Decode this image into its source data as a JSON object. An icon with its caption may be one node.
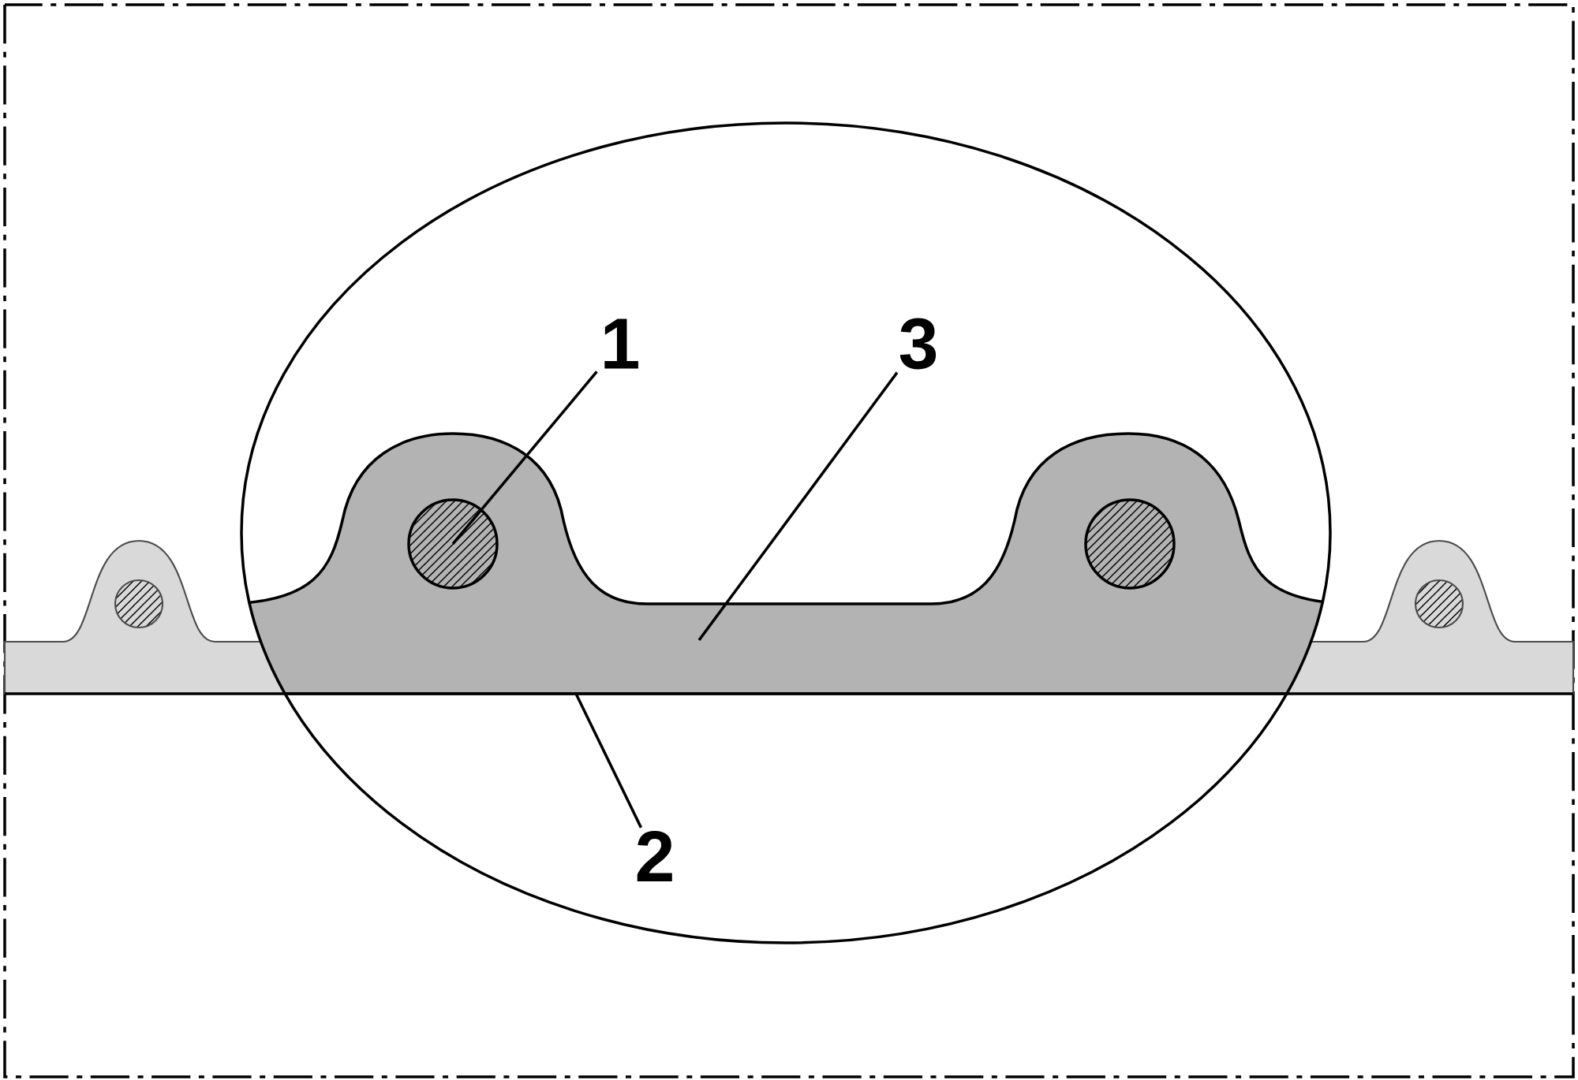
{
  "diagram": {
    "nodes": [
      {
        "text": [
          "1"
        ]
      },
      {
        "text": [
          "3"
        ]
      },
      {
        "text": [
          "2"
        ]
      },
      {
        "text": [],
        "shape": "circle"
      }
    ],
    "edges": [
      {
        "from": 0,
        "to": 3,
        "arrow": "none"
      },
      {
        "from": 1,
        "to": null,
        "arrow": "none"
      },
      {
        "from": 2,
        "to": null,
        "arrow": "none"
      }
    ]
  }
}
